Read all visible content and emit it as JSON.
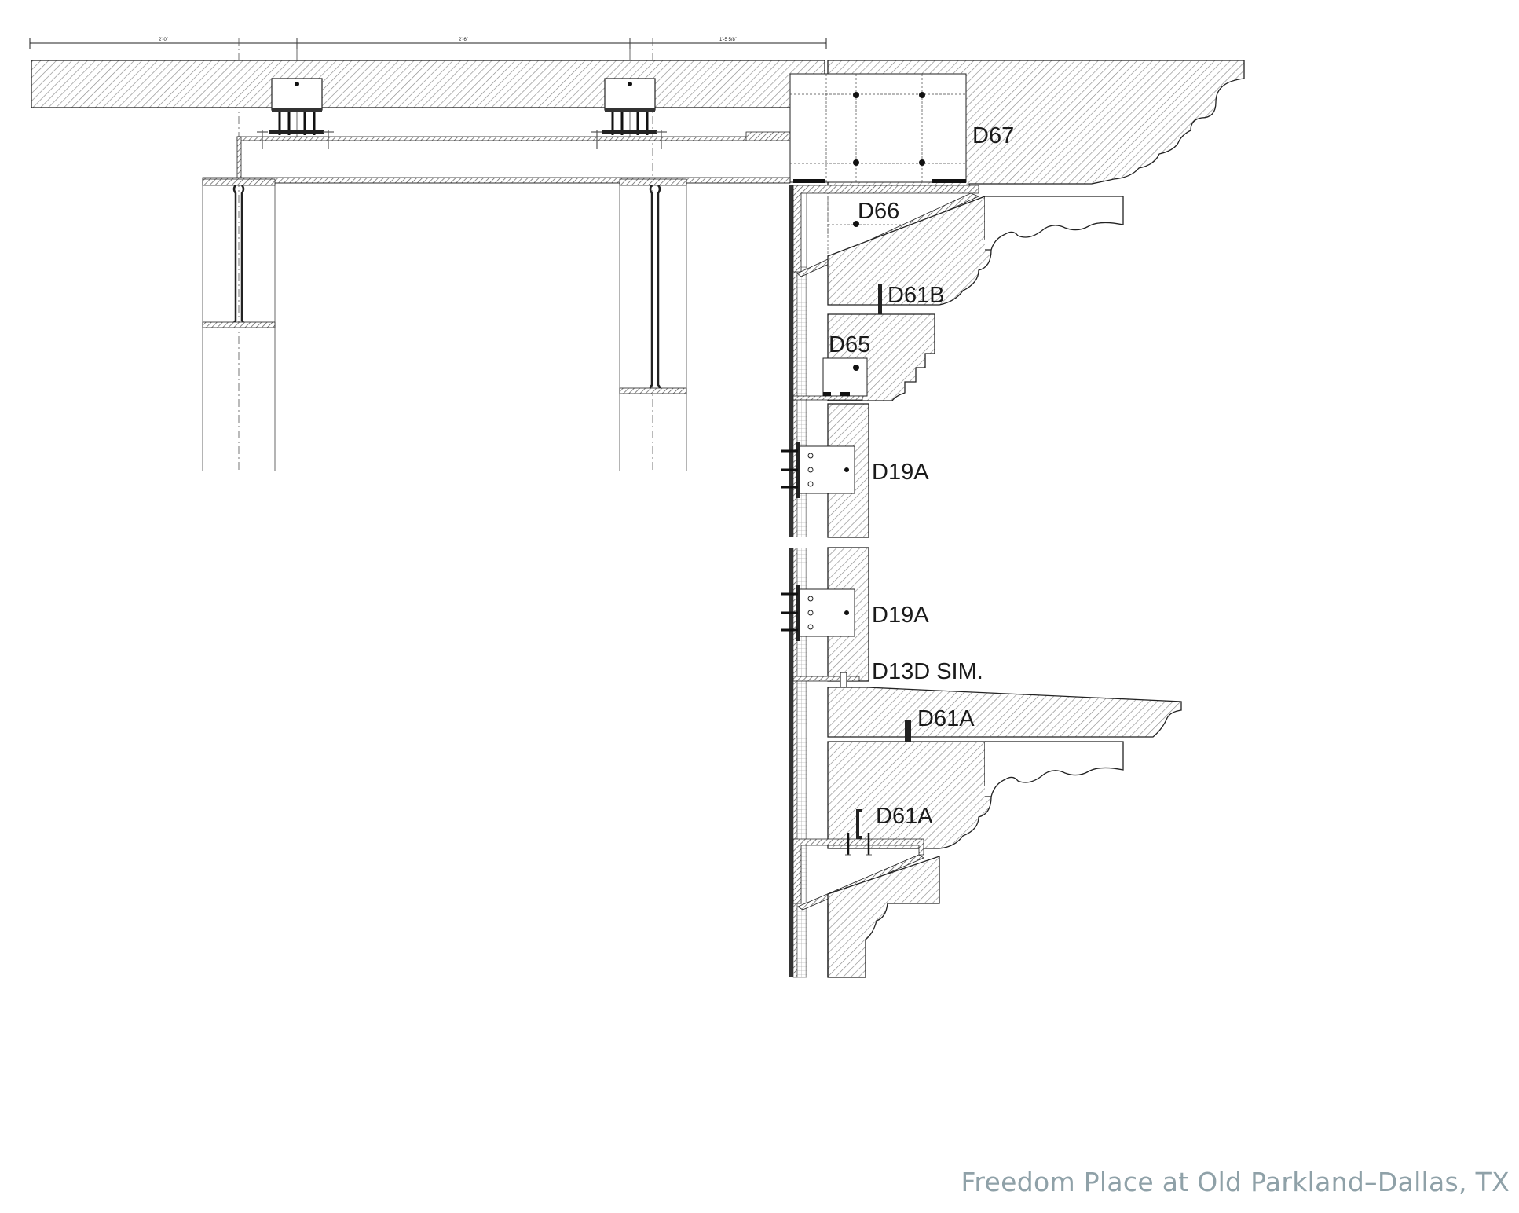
{
  "drawing": {
    "dimensions": [
      "2'-0\"",
      "2'-6\"",
      "1'-5 5/8\""
    ],
    "labels": {
      "d67": "D67",
      "d66": "D66",
      "d61b": "D61B",
      "d65": "D65",
      "d19a_upper": "D19A",
      "d19a_lower": "D19A",
      "d13d": "D13D SIM.",
      "d61a_upper": "D61A",
      "d61a_lower": "D61A"
    }
  },
  "caption": "Freedom Place at Old Parkland–Dallas, TX"
}
